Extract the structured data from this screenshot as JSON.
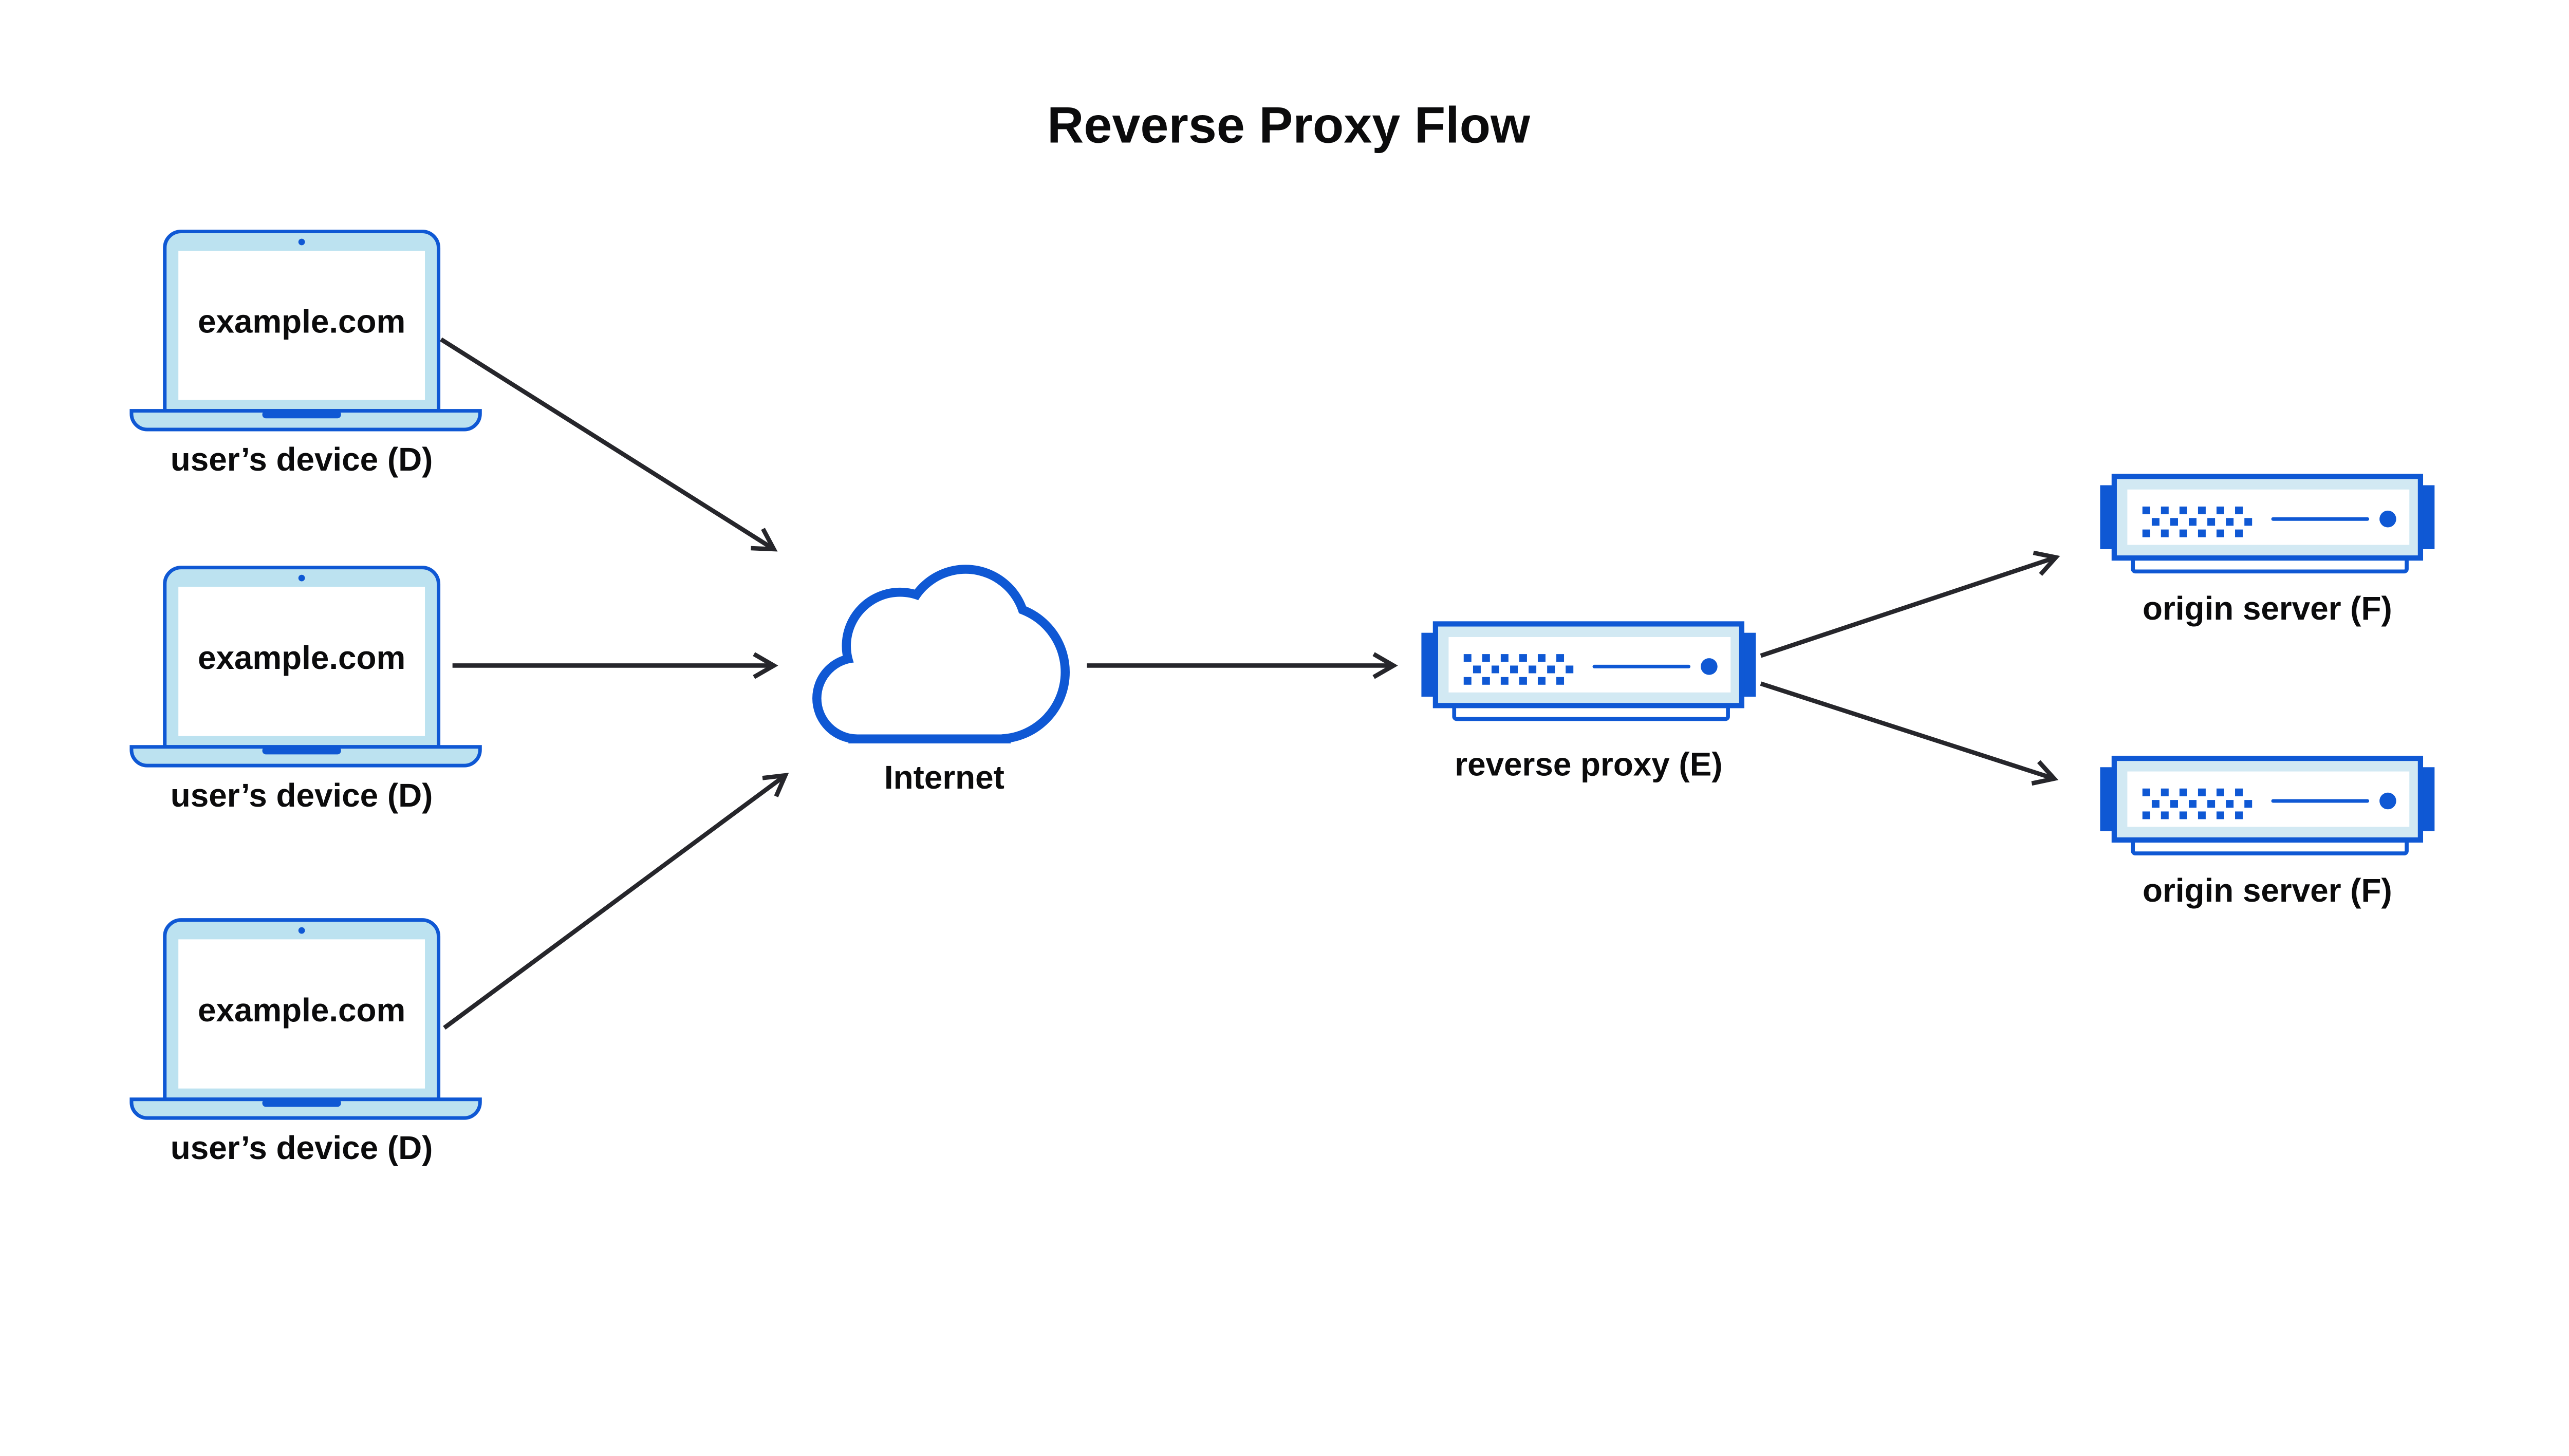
{
  "title": "Reverse Proxy Flow",
  "palette": {
    "blue": "#0F58D4",
    "light_blue_device": "#BCE2F0",
    "light_blue_server": "#D2E9F3",
    "arrow_black": "#26262B",
    "text_black": "#0B0B0C",
    "background": "#FFFFFF"
  },
  "diagram": {
    "devices": [
      {
        "id": "device-1",
        "screen_text": "example.com",
        "label": "user’s device (D)"
      },
      {
        "id": "device-2",
        "screen_text": "example.com",
        "label": "user’s device (D)"
      },
      {
        "id": "device-3",
        "screen_text": "example.com",
        "label": "user’s device (D)"
      }
    ],
    "internet": {
      "id": "internet",
      "label": "Internet"
    },
    "reverse_proxy": {
      "id": "reverse-proxy",
      "label": "reverse proxy (E)"
    },
    "origin_servers": [
      {
        "id": "origin-1",
        "label": "origin server (F)"
      },
      {
        "id": "origin-2",
        "label": "origin server (F)"
      }
    ],
    "connections": [
      {
        "from": "device-1",
        "to": "internet"
      },
      {
        "from": "device-2",
        "to": "internet"
      },
      {
        "from": "device-3",
        "to": "internet"
      },
      {
        "from": "internet",
        "to": "reverse-proxy"
      },
      {
        "from": "reverse-proxy",
        "to": "origin-1"
      },
      {
        "from": "reverse-proxy",
        "to": "origin-2"
      }
    ]
  }
}
